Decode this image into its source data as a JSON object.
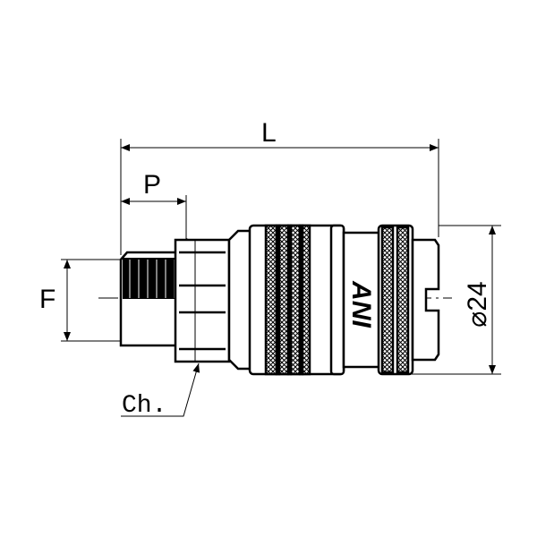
{
  "dimensions": {
    "length_label": "L",
    "thread_length_label": "P",
    "thread_size_label": "F",
    "diameter_label": "⌀24",
    "hex_label": "Ch."
  },
  "logo_text": "ANI",
  "colors": {
    "line": "#000000",
    "background": "#ffffff"
  }
}
